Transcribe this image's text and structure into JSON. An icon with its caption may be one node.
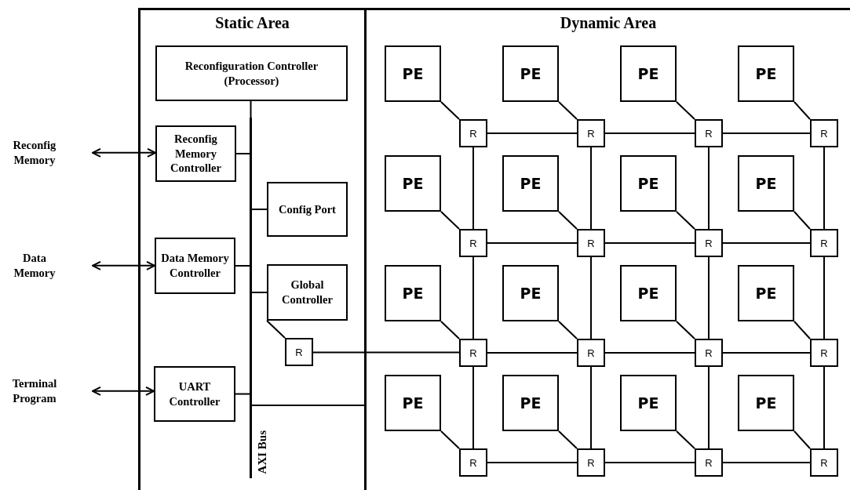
{
  "diagram": {
    "nodes": [
      {
        "text": [
          "Static Area"
        ]
      },
      {
        "text": [
          "Dynamic Area"
        ]
      },
      {
        "text": [
          "Reconfiguration Controller (Processor)"
        ],
        "in": 0
      },
      {
        "text": [
          "Reconfig Memory Controller"
        ],
        "in": 0
      },
      {
        "text": [
          "Config Port"
        ],
        "in": 0
      },
      {
        "text": [
          "Data Memory Controller"
        ],
        "in": 0
      },
      {
        "text": [
          "Global Controller"
        ],
        "in": 0
      },
      {
        "text": [
          "R"
        ],
        "in": 0
      },
      {
        "text": [
          "UART Controller"
        ],
        "in": 0
      },
      {
        "text": [
          "AXI Bus"
        ],
        "in": 0
      },
      {
        "text": [
          "Reconfig Memory"
        ]
      },
      {
        "text": [
          "Data Memory"
        ]
      },
      {
        "text": [
          "Terminal Program"
        ]
      },
      {
        "text": [
          "PE"
        ],
        "in": 1
      },
      {
        "text": [
          "PE"
        ],
        "in": 1
      },
      {
        "text": [
          "PE"
        ],
        "in": 1
      },
      {
        "text": [
          "PE"
        ],
        "in": 1
      },
      {
        "text": [
          "R"
        ],
        "in": 1
      },
      {
        "text": [
          "R"
        ],
        "in": 1
      },
      {
        "text": [
          "R"
        ],
        "in": 1
      },
      {
        "text": [
          "R"
        ],
        "in": 1
      },
      {
        "text": [
          "PE"
        ],
        "in": 1
      },
      {
        "text": [
          "PE"
        ],
        "in": 1
      },
      {
        "text": [
          "PE"
        ],
        "in": 1
      },
      {
        "text": [
          "PE"
        ],
        "in": 1
      },
      {
        "text": [
          "R"
        ],
        "in": 1
      },
      {
        "text": [
          "R"
        ],
        "in": 1
      },
      {
        "text": [
          "R"
        ],
        "in": 1
      },
      {
        "text": [
          "R"
        ],
        "in": 1
      },
      {
        "text": [
          "PE"
        ],
        "in": 1
      },
      {
        "text": [
          "PE"
        ],
        "in": 1
      },
      {
        "text": [
          "PE"
        ],
        "in": 1
      },
      {
        "text": [
          "PE"
        ],
        "in": 1
      },
      {
        "text": [
          "R"
        ],
        "in": 1
      },
      {
        "text": [
          "R"
        ],
        "in": 1
      },
      {
        "text": [
          "R"
        ],
        "in": 1
      },
      {
        "text": [
          "R"
        ],
        "in": 1
      },
      {
        "text": [
          "PE"
        ],
        "in": 1
      },
      {
        "text": [
          "PE"
        ],
        "in": 1
      },
      {
        "text": [
          "PE"
        ],
        "in": 1
      },
      {
        "text": [
          "PE"
        ],
        "in": 1
      },
      {
        "text": [
          "R"
        ],
        "in": 1
      },
      {
        "text": [
          "R"
        ],
        "in": 1
      },
      {
        "text": [
          "R"
        ],
        "in": 1
      },
      {
        "text": [
          "R"
        ],
        "in": 1
      }
    ],
    "edges": [
      {
        "from": 10,
        "to": 3,
        "arrow": "both"
      },
      {
        "from": 11,
        "to": 5,
        "arrow": "both"
      },
      {
        "from": 12,
        "to": 8,
        "arrow": "both"
      },
      {
        "from": 9,
        "to": 2,
        "arrow": "none"
      },
      {
        "from": 9,
        "to": 3,
        "arrow": "none"
      },
      {
        "from": 9,
        "to": 4,
        "arrow": "none"
      },
      {
        "from": 9,
        "to": 5,
        "arrow": "none"
      },
      {
        "from": 9,
        "to": 6,
        "arrow": "none"
      },
      {
        "from": 9,
        "to": 8,
        "arrow": "none"
      },
      {
        "from": 9,
        "to": 1,
        "arrow": "none"
      },
      {
        "from": 6,
        "to": 7,
        "arrow": "none"
      },
      {
        "from": 7,
        "to": 33,
        "arrow": "none"
      },
      {
        "from": 13,
        "to": 17,
        "arrow": "none"
      },
      {
        "from": 14,
        "to": 18,
        "arrow": "none"
      },
      {
        "from": 15,
        "to": 19,
        "arrow": "none"
      },
      {
        "from": 16,
        "to": 20,
        "arrow": "none"
      },
      {
        "from": 21,
        "to": 25,
        "arrow": "none"
      },
      {
        "from": 22,
        "to": 26,
        "arrow": "none"
      },
      {
        "from": 23,
        "to": 27,
        "arrow": "none"
      },
      {
        "from": 24,
        "to": 28,
        "arrow": "none"
      },
      {
        "from": 29,
        "to": 33,
        "arrow": "none"
      },
      {
        "from": 30,
        "to": 34,
        "arrow": "none"
      },
      {
        "from": 31,
        "to": 35,
        "arrow": "none"
      },
      {
        "from": 32,
        "to": 36,
        "arrow": "none"
      },
      {
        "from": 37,
        "to": 41,
        "arrow": "none"
      },
      {
        "from": 38,
        "to": 42,
        "arrow": "none"
      },
      {
        "from": 39,
        "to": 43,
        "arrow": "none"
      },
      {
        "from": 40,
        "to": 44,
        "arrow": "none"
      },
      {
        "from": 17,
        "to": 18,
        "arrow": "none"
      },
      {
        "from": 18,
        "to": 19,
        "arrow": "none"
      },
      {
        "from": 19,
        "to": 20,
        "arrow": "none"
      },
      {
        "from": 25,
        "to": 26,
        "arrow": "none"
      },
      {
        "from": 26,
        "to": 27,
        "arrow": "none"
      },
      {
        "from": 27,
        "to": 28,
        "arrow": "none"
      },
      {
        "from": 33,
        "to": 34,
        "arrow": "none"
      },
      {
        "from": 34,
        "to": 35,
        "arrow": "none"
      },
      {
        "from": 35,
        "to": 36,
        "arrow": "none"
      },
      {
        "from": 41,
        "to": 42,
        "arrow": "none"
      },
      {
        "from": 42,
        "to": 43,
        "arrow": "none"
      },
      {
        "from": 43,
        "to": 44,
        "arrow": "none"
      },
      {
        "from": 17,
        "to": 25,
        "arrow": "none"
      },
      {
        "from": 25,
        "to": 33,
        "arrow": "none"
      },
      {
        "from": 33,
        "to": 41,
        "arrow": "none"
      },
      {
        "from": 18,
        "to": 26,
        "arrow": "none"
      },
      {
        "from": 26,
        "to": 34,
        "arrow": "none"
      },
      {
        "from": 34,
        "to": 42,
        "arrow": "none"
      },
      {
        "from": 19,
        "to": 27,
        "arrow": "none"
      },
      {
        "from": 27,
        "to": 35,
        "arrow": "none"
      },
      {
        "from": 35,
        "to": 43,
        "arrow": "none"
      },
      {
        "from": 20,
        "to": 28,
        "arrow": "none"
      },
      {
        "from": 28,
        "to": 36,
        "arrow": "none"
      },
      {
        "from": 36,
        "to": 44,
        "arrow": "none"
      }
    ]
  }
}
